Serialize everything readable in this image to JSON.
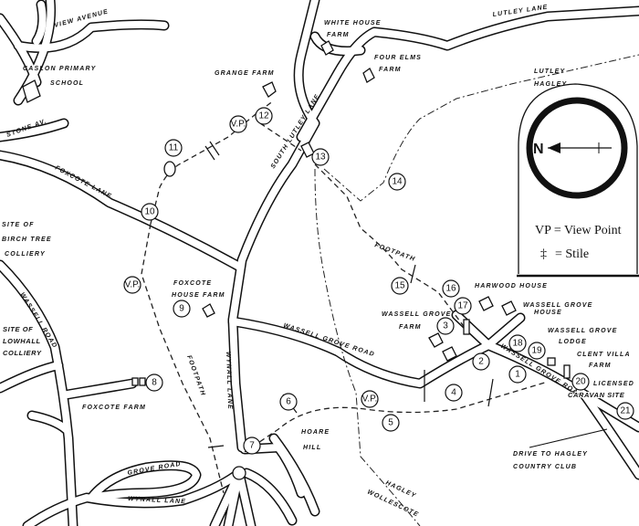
{
  "map": {
    "roads": {
      "view_avenue": "VIEW AVENUE",
      "stone_av": "STONE AV.",
      "lutley_lane": "LUTLEY LANE",
      "south_lutley_lane": "SOUTH LUTLEY LANE",
      "foxcote_lane": "FOXCOTE LANE",
      "wassell_road": "WASSELL ROAD",
      "wynall_lane_n": "WYNALL LANE",
      "wynall_lane_s": "WYNALL LANE",
      "grove_road": "GROVE ROAD",
      "wassell_grove_road": "WASSELL GROVE ROAD",
      "wassell_grove_road_e": "WASSELL GROVE ROAD",
      "footpath_1": "FOOTPATH",
      "footpath_2": "FOOTPATH"
    },
    "places": {
      "school_1": "CASLON PRIMARY",
      "school_2": "SCHOOL",
      "grange_farm": "GRANGE FARM",
      "white_house_1": "WHITE HOUSE",
      "white_house_2": "FARM",
      "four_elms_1": "FOUR ELMS",
      "four_elms_2": "FARM",
      "boundary_n": "LUTLEY",
      "boundary_s": "HAGLEY",
      "birch_1": "SITE OF",
      "birch_2": "BIRCH TREE",
      "birch_3": "COLLIERY",
      "colliery2_1": "SITE OF",
      "colliery2_2": "LOWHALL",
      "colliery2_3": "COLLIERY",
      "foxcote_house_1": "FOXCOTE",
      "foxcote_house_2": "HOUSE FARM",
      "foxcote_farm": "FOXCOTE FARM",
      "hoare_1": "HOARE",
      "hoare_2": "HILL",
      "wg_farm_1": "WASSELL GROVE",
      "wg_farm_2": "FARM",
      "harwood": "HARWOOD HOUSE",
      "wg_house_1": "WASSELL GROVE",
      "wg_house_2": "HOUSE",
      "wg_lodge_1": "WASSELL GROVE",
      "wg_lodge_2": "LODGE",
      "clent_1": "CLENT VILLA",
      "clent_2": "FARM",
      "caravan_1": "LICENSED",
      "caravan_2": "CARAVAN SITE",
      "drive_1": "DRIVE TO HAGLEY",
      "drive_2": "COUNTRY CLUB",
      "hw_1": "HAGLEY",
      "hw_2": "WOLLESCOTE"
    },
    "points": [
      "1",
      "2",
      "3",
      "4",
      "5",
      "6",
      "7",
      "8",
      "9",
      "10",
      "11",
      "12",
      "13",
      "14",
      "15",
      "16",
      "17",
      "18",
      "19",
      "20",
      "21"
    ],
    "viewpoint_label": "V.P.",
    "compass": {
      "north": "N",
      "icon": "north-arrow-icon"
    },
    "legend": {
      "vp": "VP = View Point",
      "stile_symbol": "‡",
      "stile": "= Stile"
    }
  }
}
